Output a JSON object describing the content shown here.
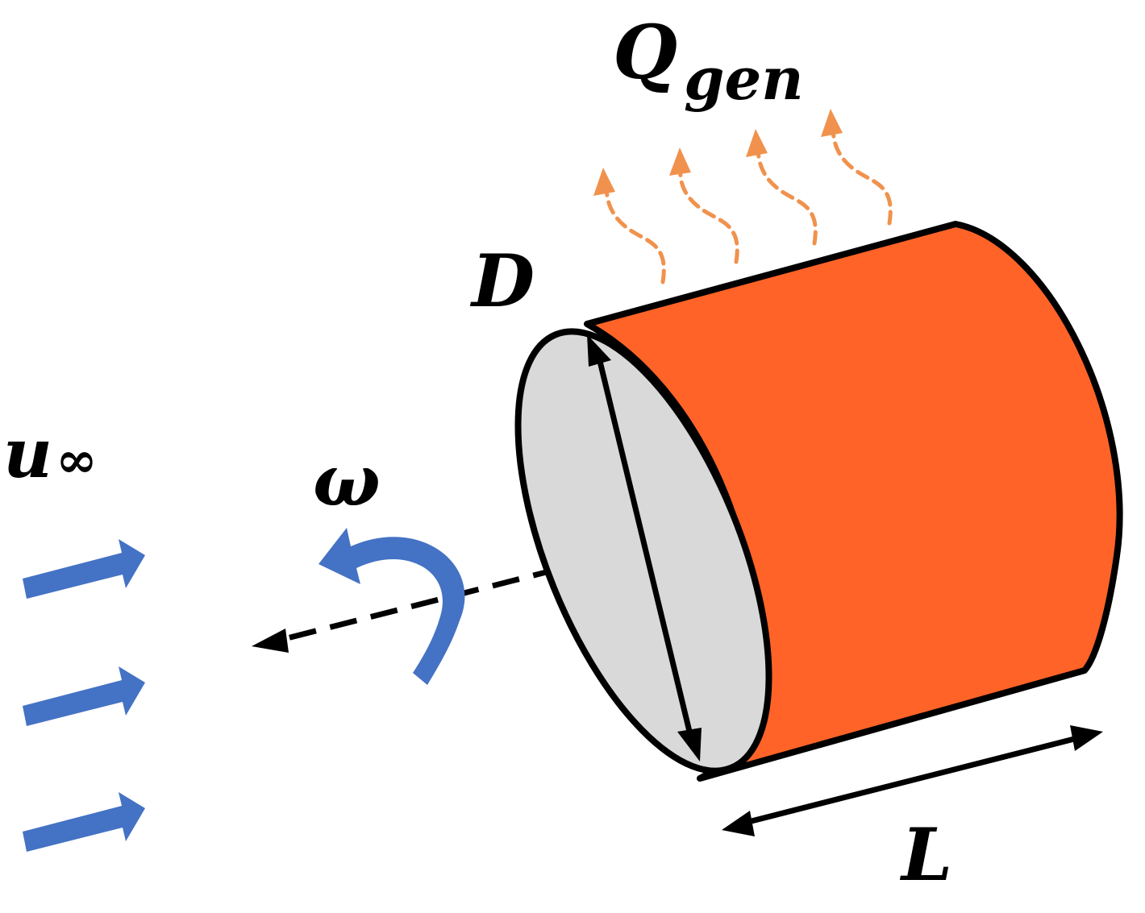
{
  "labels": {
    "heat_symbol": "Q",
    "heat_subscript": "gen",
    "diameter": "D",
    "length": "L",
    "rotation": "ω",
    "freestream_symbol": "u",
    "freestream_subscript": "∞"
  },
  "colors": {
    "cylinder_body": "#FF6328",
    "end_face": "#D9D9D9",
    "outline": "#000000",
    "flow_arrows": "#4472C4",
    "rotation_arrow": "#4472C4",
    "heat_arrows": "#F0924D"
  }
}
